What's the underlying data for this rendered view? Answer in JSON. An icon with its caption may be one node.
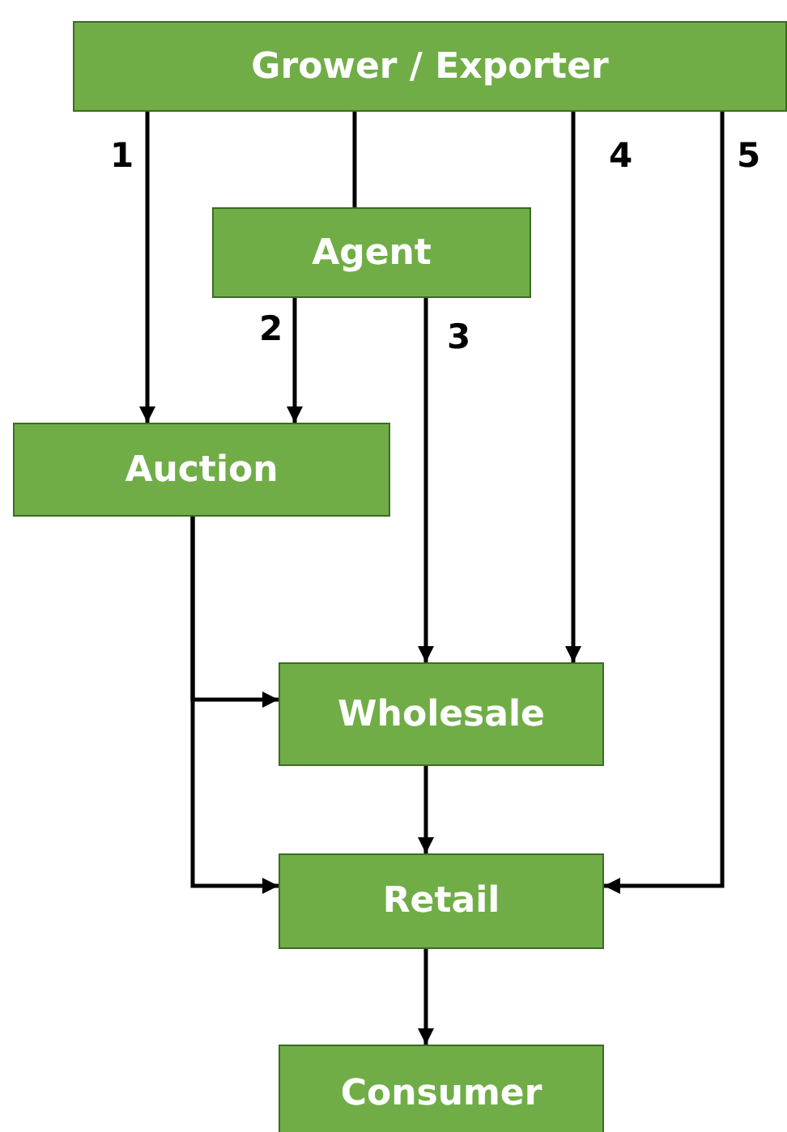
{
  "diagram": {
    "nodes": [
      {
        "text": [
          "Grower / Exporter"
        ]
      },
      {
        "text": [
          "Agent"
        ]
      },
      {
        "text": [
          "Auction"
        ]
      },
      {
        "text": [
          "Wholesale"
        ]
      },
      {
        "text": [
          "Retail"
        ]
      },
      {
        "text": [
          "Consumer"
        ]
      }
    ],
    "edges": [
      {
        "from": 0,
        "to": 2,
        "arrow": "to",
        "label": "1"
      },
      {
        "from": 0,
        "to": 1,
        "arrow": "none"
      },
      {
        "from": 1,
        "to": 2,
        "arrow": "to",
        "label": "2"
      },
      {
        "from": 1,
        "to": 3,
        "arrow": "to",
        "label": "3"
      },
      {
        "from": 0,
        "to": 3,
        "arrow": "to",
        "label": "4"
      },
      {
        "from": 0,
        "to": 4,
        "arrow": "to",
        "label": "5"
      },
      {
        "from": 2,
        "to": 3,
        "arrow": "to"
      },
      {
        "from": 2,
        "to": 4,
        "arrow": "to"
      },
      {
        "from": 3,
        "to": 4,
        "arrow": "to"
      },
      {
        "from": 4,
        "to": 5,
        "arrow": "to"
      }
    ]
  }
}
